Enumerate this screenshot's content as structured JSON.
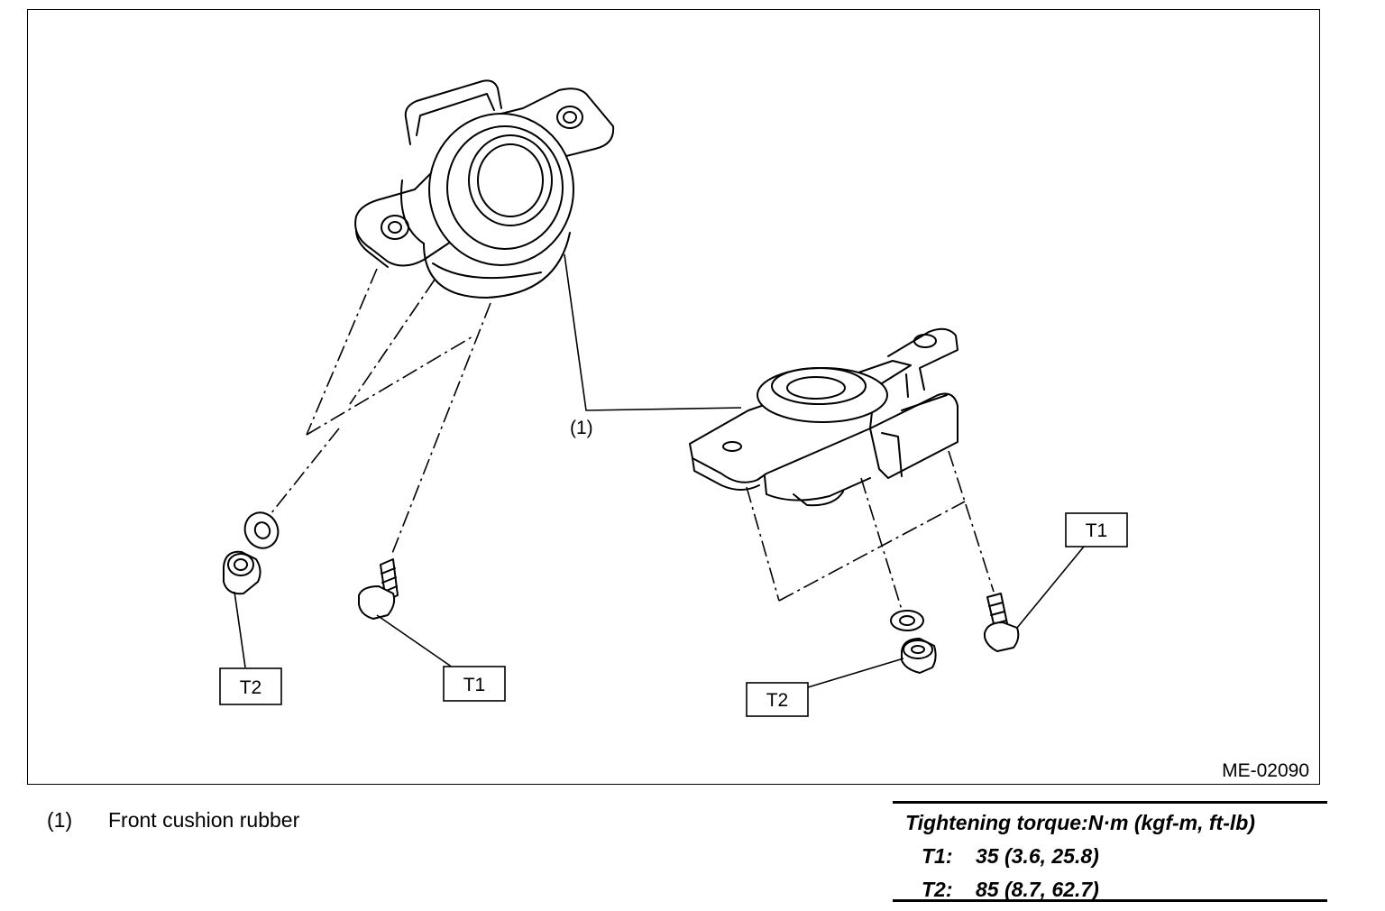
{
  "figure": {
    "code": "ME-02090",
    "callouts": {
      "part_1": "(1)",
      "t1": "T1",
      "t2": "T2"
    }
  },
  "legend": {
    "items": [
      {
        "number": "(1)",
        "label": "Front cushion rubber"
      }
    ]
  },
  "torque": {
    "title": "Tightening torque:N·m (kgf-m, ft-lb)",
    "rows": [
      {
        "key": "T1:",
        "value": "35 (3.6, 25.8)"
      },
      {
        "key": "T2:",
        "value": "85 (8.7, 62.7)"
      }
    ]
  }
}
